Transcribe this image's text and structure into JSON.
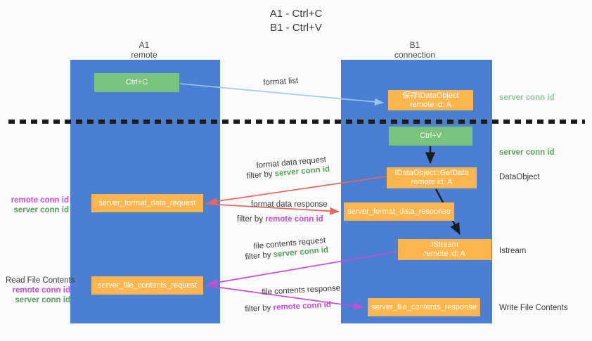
{
  "title": {
    "line1": "A1 - Ctrl+C",
    "line2": "B1 - Ctrl+V"
  },
  "columns": {
    "a1": {
      "name": "A1",
      "role": "remote",
      "color": "#4a7fd4"
    },
    "b1": {
      "name": "B1",
      "role": "connection",
      "color": "#4a7fd4"
    }
  },
  "colors": {
    "column_blue": "#4a7fd4",
    "node_green": "#79c37c",
    "node_orange": "#fcb64d",
    "arrow_lightblue": "#9dc8ea",
    "arrow_red": "#e8645c",
    "arrow_magenta": "#c44fd0",
    "arrow_black": "#1c1c1c",
    "text_green": "#57a05a",
    "text_purple": "#c44fd0"
  },
  "nodes": {
    "ctrl_c": {
      "label": "Ctrl+C",
      "kind": "green"
    },
    "save_idataobject": {
      "label": "保存IDataObject",
      "sub": "remote id: A",
      "kind": "orange"
    },
    "ctrl_v": {
      "label": "Ctrl+V",
      "kind": "green"
    },
    "getdata": {
      "label": "IDataObject::GetData",
      "sub": "remote id: A",
      "kind": "orange"
    },
    "format_data_request": {
      "label": "server_format_data_request",
      "kind": "orange"
    },
    "format_data_response": {
      "label": "server_format_data_response",
      "kind": "orange"
    },
    "istream": {
      "label": "IStream",
      "sub": "remote id: A",
      "kind": "orange"
    },
    "file_contents_request": {
      "label": "server_file_contents_request",
      "kind": "orange"
    },
    "file_contents_response": {
      "label": "server_file_contents_response",
      "kind": "orange"
    }
  },
  "side_labels": {
    "server_conn_id_top": "server conn id",
    "server_conn_id_mid": "server conn id",
    "dataobject": "DataObject",
    "istream": "Istream",
    "write_file_contents": "Write File Contents",
    "read_file_contents": "Read File Contents",
    "remote_conn_id": "remote conn id",
    "server_conn_id": "server conn id"
  },
  "edges": [
    {
      "id": "format-list",
      "label": "format list",
      "color": "#9dc8ea"
    },
    {
      "id": "format-data-request",
      "label": "format data request",
      "filter_prefix": "filter by ",
      "filter_key": "server conn id",
      "color": "#e8645c"
    },
    {
      "id": "format-data-response",
      "label": "format data response",
      "filter_prefix": "filter by ",
      "filter_key": "remote conn id",
      "color": "#e8645c"
    },
    {
      "id": "file-contents-request",
      "label": "file contents request",
      "filter_prefix": "filter by ",
      "filter_key": "server conn id",
      "color": "#c44fd0"
    },
    {
      "id": "file-contents-response",
      "label": "file contents response",
      "filter_prefix": "filter by ",
      "filter_key": "remote conn id",
      "color": "#c44fd0"
    }
  ]
}
